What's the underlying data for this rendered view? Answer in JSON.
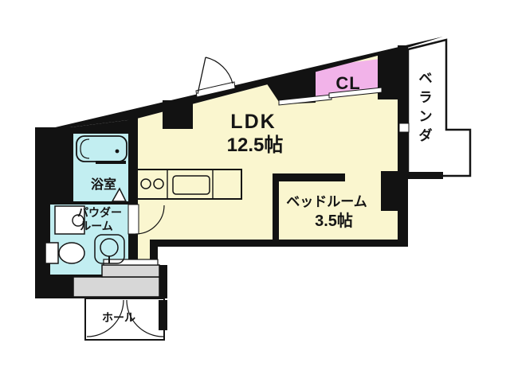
{
  "floorplan": {
    "colors": {
      "background": "#FFFFFF",
      "wall": "#121212",
      "room_yellow": "#FAF6CF",
      "wet_area_cyan": "#C2EEF1",
      "closet_pink": "#F2B3E9",
      "entrance_gray": "#D7D7D7",
      "veranda_white": "#FFFFFF",
      "hall_white": "#FFFFFF"
    },
    "rooms": {
      "ldk": {
        "name": "LDK",
        "size": "12.5帖"
      },
      "bedroom": {
        "name": "ベッドルーム",
        "size": "3.5帖"
      },
      "closet": {
        "name": "CL"
      },
      "bathroom": {
        "name": "浴室"
      },
      "powder_room": {
        "name_line1": "パウダー",
        "name_line2": "ルーム"
      },
      "veranda": {
        "name": "ベランダ",
        "chars": [
          "ベ",
          "ラ",
          "ン",
          "ダ"
        ]
      },
      "hall": {
        "name": "ホール"
      }
    },
    "fixtures": [
      "bathtub",
      "kitchen-counter",
      "stove-burners",
      "kitchen-sink",
      "vanity-sink",
      "toilet",
      "wash-basin",
      "entrance-steps",
      "hinged-door",
      "sliding-closet-door"
    ]
  }
}
